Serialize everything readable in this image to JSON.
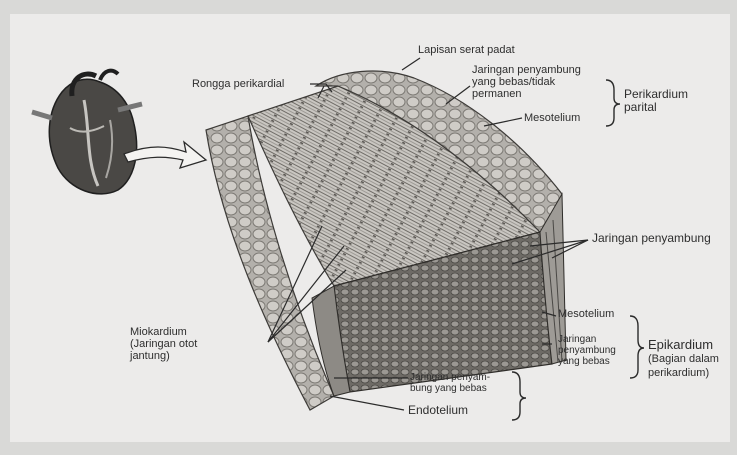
{
  "labels": {
    "lapisan_serat_padat": "Lapisan serat padat",
    "rongga_perikardial": "Rongga perikardial",
    "jaringan_penyambung_bebas_tidak_permanen": [
      "Jaringan penyambung",
      "yang bebas/tidak",
      "permanen"
    ],
    "perikardium_parietal": [
      "Perikardium",
      "parital"
    ],
    "mesotelium_top": "Mesotelium",
    "jaringan_penyambung": "Jaringan penyambung",
    "miokardium": [
      "Miokardium",
      "(Jaringan otot",
      "jantung)"
    ],
    "mesotelium_bottom": "Mesotelium",
    "jaringan_penyambung_yang_bebas_inner": [
      "Jaringan",
      "penyambung",
      "yang bebas"
    ],
    "epikardium": [
      "Epikardium",
      "(Bagian dalam",
      "perikardium)"
    ],
    "jaringan_penyambung_yang_bebas_bottom": [
      "Jaringan penyam-",
      "bung yang bebas"
    ],
    "endotelium": "Endotelium"
  },
  "colors": {
    "ink": "#2e2e2e",
    "paper": "#ecebea",
    "tissue_light": "#d6d4d0",
    "tissue_mid": "#a9a6a1",
    "tissue_dark": "#5a5854"
  }
}
